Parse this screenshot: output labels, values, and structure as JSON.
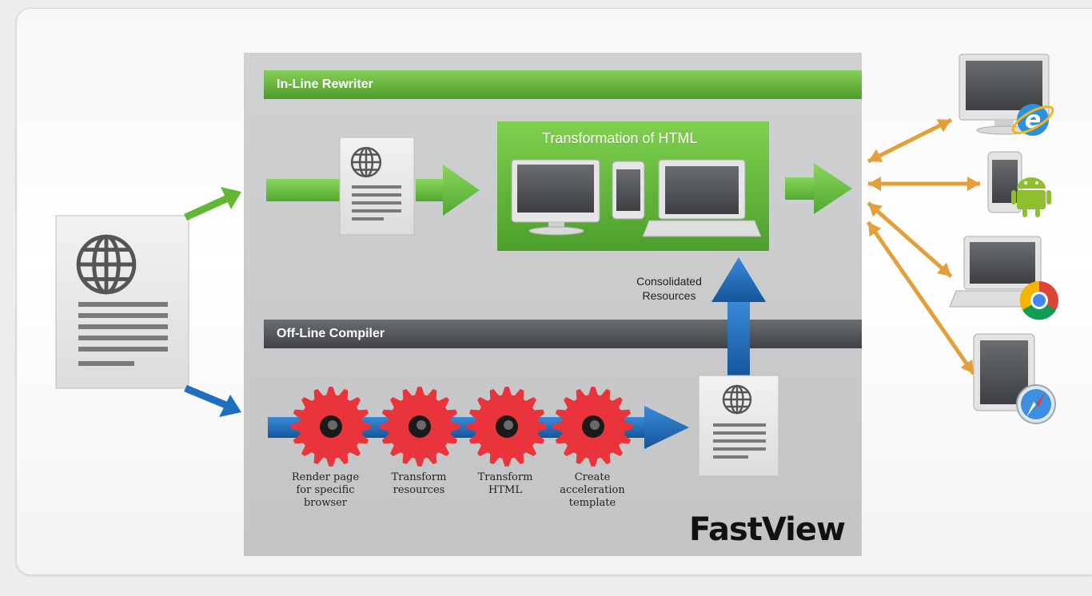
{
  "diagram": {
    "inline_title": "In-Line Rewriter",
    "offline_title": "Off-Line Compiler",
    "transformation_title": "Transformation of HTML",
    "consolidated_label": "Consolidated\nResources",
    "gear_steps": [
      "Render page\nfor specific\nbrowser",
      "Transform\nresources",
      "Transform\nHTML",
      "Create\nacceleration\ntemplate"
    ],
    "brand": "FastView",
    "clients": [
      "desktop-ie-icon",
      "android-phone-icon",
      "laptop-chrome-icon",
      "tablet-safari-icon"
    ]
  },
  "colors": {
    "green": "#6cbf3a",
    "blue": "#1f6fbf",
    "orange": "#e3a03a",
    "gear_red": "#e8343a",
    "panel_gray": "#c9cbcd"
  }
}
